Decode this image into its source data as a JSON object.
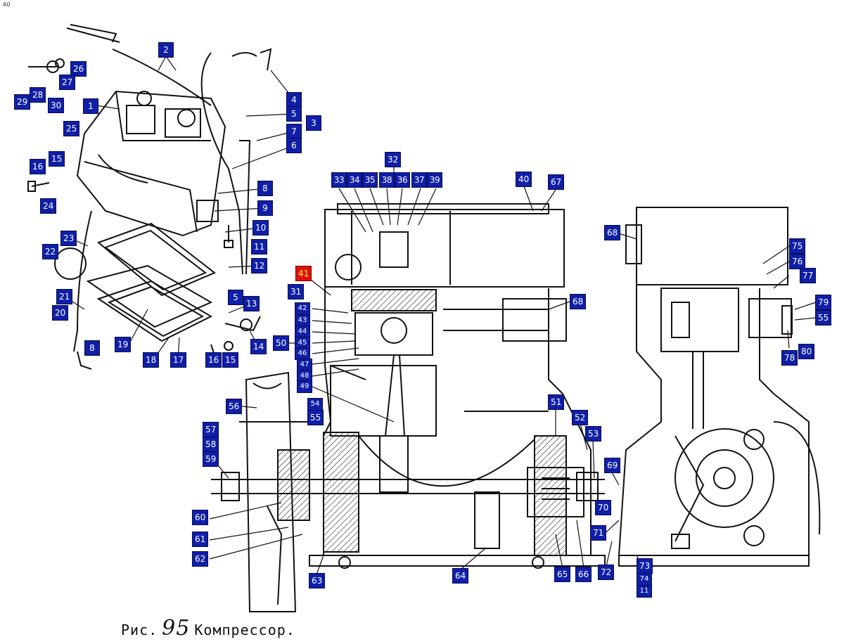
{
  "corner_mark": "A0",
  "caption": {
    "prefix": "Рис.",
    "number": "95",
    "title": "Компрессор."
  },
  "callouts": [
    {
      "id": "c2",
      "label": "2"
    },
    {
      "id": "c26",
      "label": "26"
    },
    {
      "id": "c27",
      "label": "27"
    },
    {
      "id": "c28",
      "label": "28"
    },
    {
      "id": "c29",
      "label": "29"
    },
    {
      "id": "c30",
      "label": "30"
    },
    {
      "id": "c1",
      "label": "1"
    },
    {
      "id": "c4",
      "label": "4"
    },
    {
      "id": "c5a",
      "label": "5"
    },
    {
      "id": "c3",
      "label": "3"
    },
    {
      "id": "c7",
      "label": "7"
    },
    {
      "id": "c6",
      "label": "6"
    },
    {
      "id": "c25",
      "label": "25"
    },
    {
      "id": "c15a",
      "label": "15"
    },
    {
      "id": "c16a",
      "label": "16"
    },
    {
      "id": "c24",
      "label": "24"
    },
    {
      "id": "c8a",
      "label": "8"
    },
    {
      "id": "c9",
      "label": "9"
    },
    {
      "id": "c10",
      "label": "10"
    },
    {
      "id": "c11a",
      "label": "11"
    },
    {
      "id": "c12",
      "label": "12"
    },
    {
      "id": "c23",
      "label": "23"
    },
    {
      "id": "c22",
      "label": "22"
    },
    {
      "id": "c21",
      "label": "21"
    },
    {
      "id": "c20",
      "label": "20"
    },
    {
      "id": "c5b",
      "label": "5"
    },
    {
      "id": "c13",
      "label": "13"
    },
    {
      "id": "c14",
      "label": "14"
    },
    {
      "id": "c19",
      "label": "19"
    },
    {
      "id": "c18",
      "label": "18"
    },
    {
      "id": "c17",
      "label": "17"
    },
    {
      "id": "c16b",
      "label": "16"
    },
    {
      "id": "c15b",
      "label": "15"
    },
    {
      "id": "c8b",
      "label": "8"
    },
    {
      "id": "c32",
      "label": "32"
    },
    {
      "id": "c33",
      "label": "33"
    },
    {
      "id": "c34",
      "label": "34"
    },
    {
      "id": "c35",
      "label": "35"
    },
    {
      "id": "c38",
      "label": "38"
    },
    {
      "id": "c36",
      "label": "36"
    },
    {
      "id": "c37",
      "label": "37"
    },
    {
      "id": "c39",
      "label": "39"
    },
    {
      "id": "c40",
      "label": "40"
    },
    {
      "id": "c67",
      "label": "67"
    },
    {
      "id": "c68a",
      "label": "68"
    },
    {
      "id": "c75",
      "label": "75"
    },
    {
      "id": "c76",
      "label": "76"
    },
    {
      "id": "c77",
      "label": "77"
    },
    {
      "id": "c41",
      "label": "41"
    },
    {
      "id": "c31",
      "label": "31"
    },
    {
      "id": "c42",
      "label": "42"
    },
    {
      "id": "c43",
      "label": "43"
    },
    {
      "id": "c44",
      "label": "44"
    },
    {
      "id": "c45",
      "label": "45"
    },
    {
      "id": "c46",
      "label": "46"
    },
    {
      "id": "c47",
      "label": "47"
    },
    {
      "id": "c48",
      "label": "48"
    },
    {
      "id": "c49",
      "label": "49"
    },
    {
      "id": "c50",
      "label": "50"
    },
    {
      "id": "c68b",
      "label": "68"
    },
    {
      "id": "c79",
      "label": "79"
    },
    {
      "id": "c55a",
      "label": "55"
    },
    {
      "id": "c80",
      "label": "80"
    },
    {
      "id": "c78",
      "label": "78"
    },
    {
      "id": "c56",
      "label": "56"
    },
    {
      "id": "c54",
      "label": "54"
    },
    {
      "id": "c55b",
      "label": "55"
    },
    {
      "id": "c51",
      "label": "51"
    },
    {
      "id": "c52",
      "label": "52"
    },
    {
      "id": "c53",
      "label": "53"
    },
    {
      "id": "c57",
      "label": "57"
    },
    {
      "id": "c58",
      "label": "58"
    },
    {
      "id": "c59",
      "label": "59"
    },
    {
      "id": "c69",
      "label": "69"
    },
    {
      "id": "c70",
      "label": "70"
    },
    {
      "id": "c60",
      "label": "60"
    },
    {
      "id": "c61",
      "label": "61"
    },
    {
      "id": "c62",
      "label": "62"
    },
    {
      "id": "c71",
      "label": "71"
    },
    {
      "id": "c63",
      "label": "63"
    },
    {
      "id": "c64",
      "label": "64"
    },
    {
      "id": "c65",
      "label": "65"
    },
    {
      "id": "c66",
      "label": "66"
    },
    {
      "id": "c72",
      "label": "72"
    },
    {
      "id": "c73",
      "label": "73"
    },
    {
      "id": "c74",
      "label": "74"
    },
    {
      "id": "c11b",
      "label": "11"
    }
  ],
  "highlighted": "41",
  "colors": {
    "callout_bg": "#0f1fa8",
    "callout_text": "#ffffff",
    "highlight_bg": "#e01010",
    "highlight_text": "#ffff40",
    "line": "#111111"
  }
}
